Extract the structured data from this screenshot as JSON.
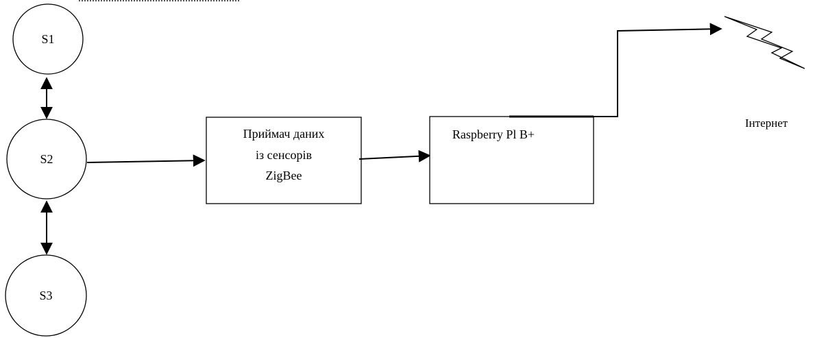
{
  "top_fragment": "...........................................................",
  "nodes": {
    "s1": "S1",
    "s2": "S2",
    "s3": "S3"
  },
  "receiver_box": {
    "line1": "Приймач даних",
    "line2": "із сенсорів",
    "line3": "ZigBee"
  },
  "raspberry_box": {
    "label": "Raspberry Pl B+"
  },
  "internet": {
    "label": "Інтернет",
    "icon": "lightning-icon"
  },
  "colors": {
    "stroke": "#000000",
    "background": "#ffffff"
  }
}
